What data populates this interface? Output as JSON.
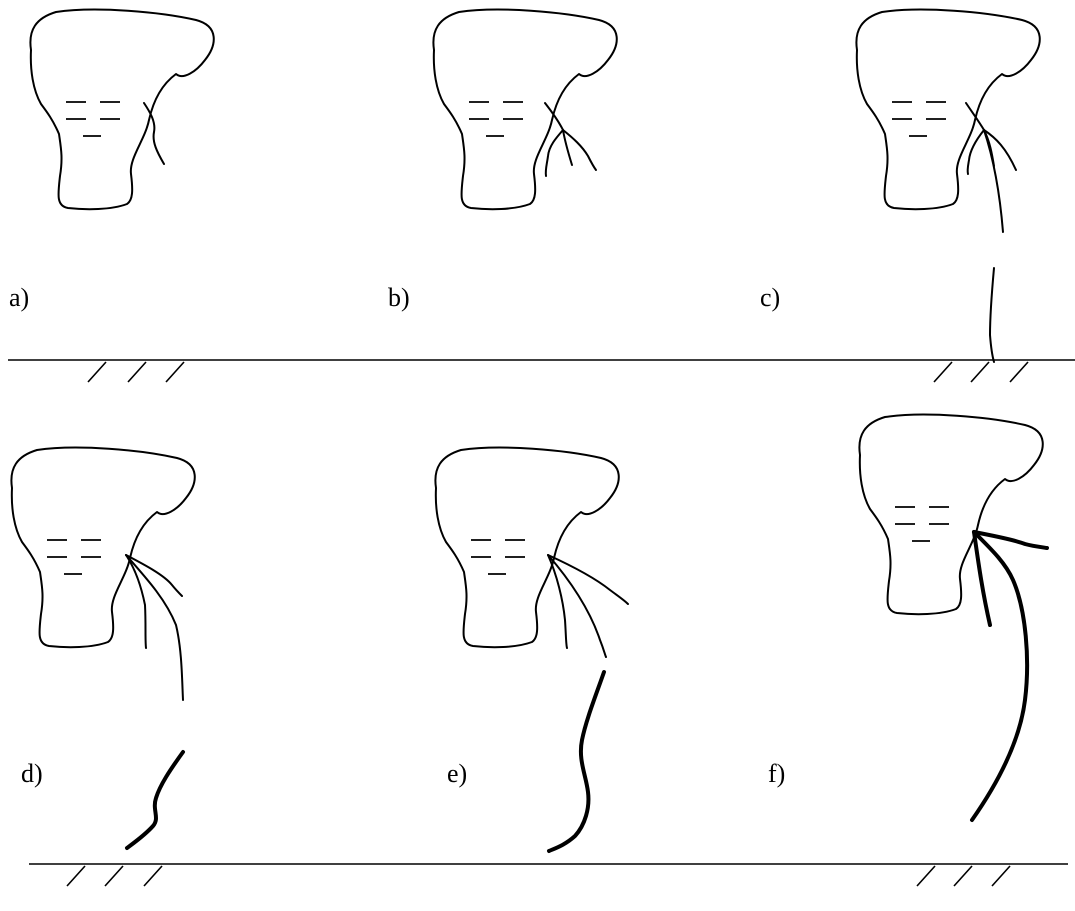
{
  "panels": [
    {
      "id": "a",
      "label": "a)"
    },
    {
      "id": "b",
      "label": "b)"
    },
    {
      "id": "c",
      "label": "c)"
    },
    {
      "id": "d",
      "label": "d)"
    },
    {
      "id": "e",
      "label": "e)"
    },
    {
      "id": "f",
      "label": "f)"
    }
  ],
  "colors": {
    "ink": "#000000",
    "background": "#ffffff"
  }
}
